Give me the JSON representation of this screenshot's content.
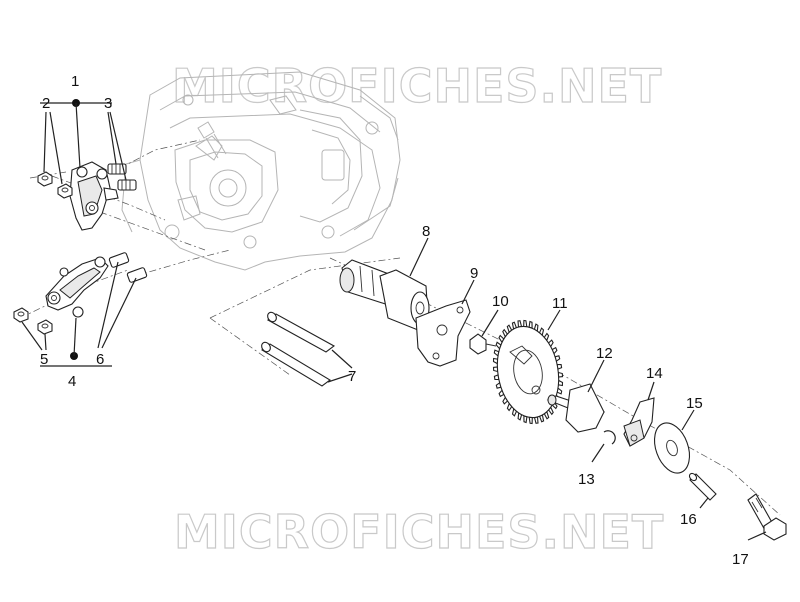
{
  "watermark": {
    "text_top": "MICROFICHES.NET",
    "text_bottom": "MICROFICHES.NET"
  },
  "callouts": {
    "c1": "1",
    "c2": "2",
    "c3": "3",
    "c4": "4",
    "c5": "5",
    "c6": "6",
    "c7": "7",
    "c8": "8",
    "c9": "9",
    "c10": "10",
    "c11": "11",
    "c12": "12",
    "c13": "13",
    "c14": "14",
    "c15": "15",
    "c16": "16",
    "c17": "17"
  }
}
